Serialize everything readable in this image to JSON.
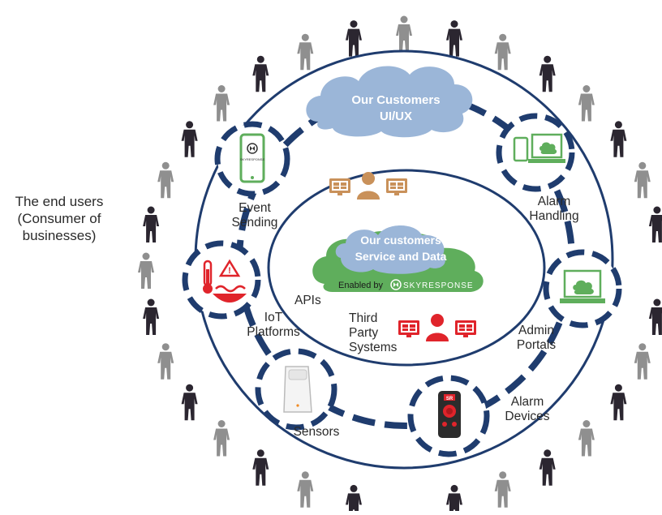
{
  "end_users": {
    "line1": "The end users",
    "line2": "(Consumer of",
    "line3": "businesses)"
  },
  "clouds": {
    "customers_ui": {
      "line1": "Our Customers",
      "line2": "UI/UX"
    },
    "customers_service": {
      "line1": "Our customers",
      "line2": "Service and Data"
    }
  },
  "enabled_by": {
    "prefix": "Enabled by",
    "brand": "SKYRESPONSE"
  },
  "phone_brand": "SKYRESPONSE",
  "device_badge": "SR",
  "nodes": {
    "event_sending": {
      "line1": "Event",
      "line2": "Sending"
    },
    "alarm_handling": {
      "line1": "Alarm",
      "line2": "Handling"
    },
    "iot_platforms": {
      "line1": "IoT",
      "line2": "Platforms"
    },
    "admin_portals": {
      "line1": "Admin",
      "line2": "Portals"
    },
    "sensors": {
      "line1": "Sensors"
    },
    "alarm_devices": {
      "line1": "Alarm",
      "line2": "Devices"
    }
  },
  "inner": {
    "apis": "APIs",
    "third_party": {
      "line1": "Third",
      "line2": "Party",
      "line3": "Systems"
    }
  },
  "colors": {
    "ring": "#1f3c6e",
    "dash_ring": "#1f3c6e",
    "cloud_blue": "#9bb6d8",
    "cloud_green": "#5fae5c",
    "person_dark": "#2b2630",
    "person_gray": "#8f8f8f",
    "accent_red": "#e0242b",
    "tan": "#c9915a"
  }
}
